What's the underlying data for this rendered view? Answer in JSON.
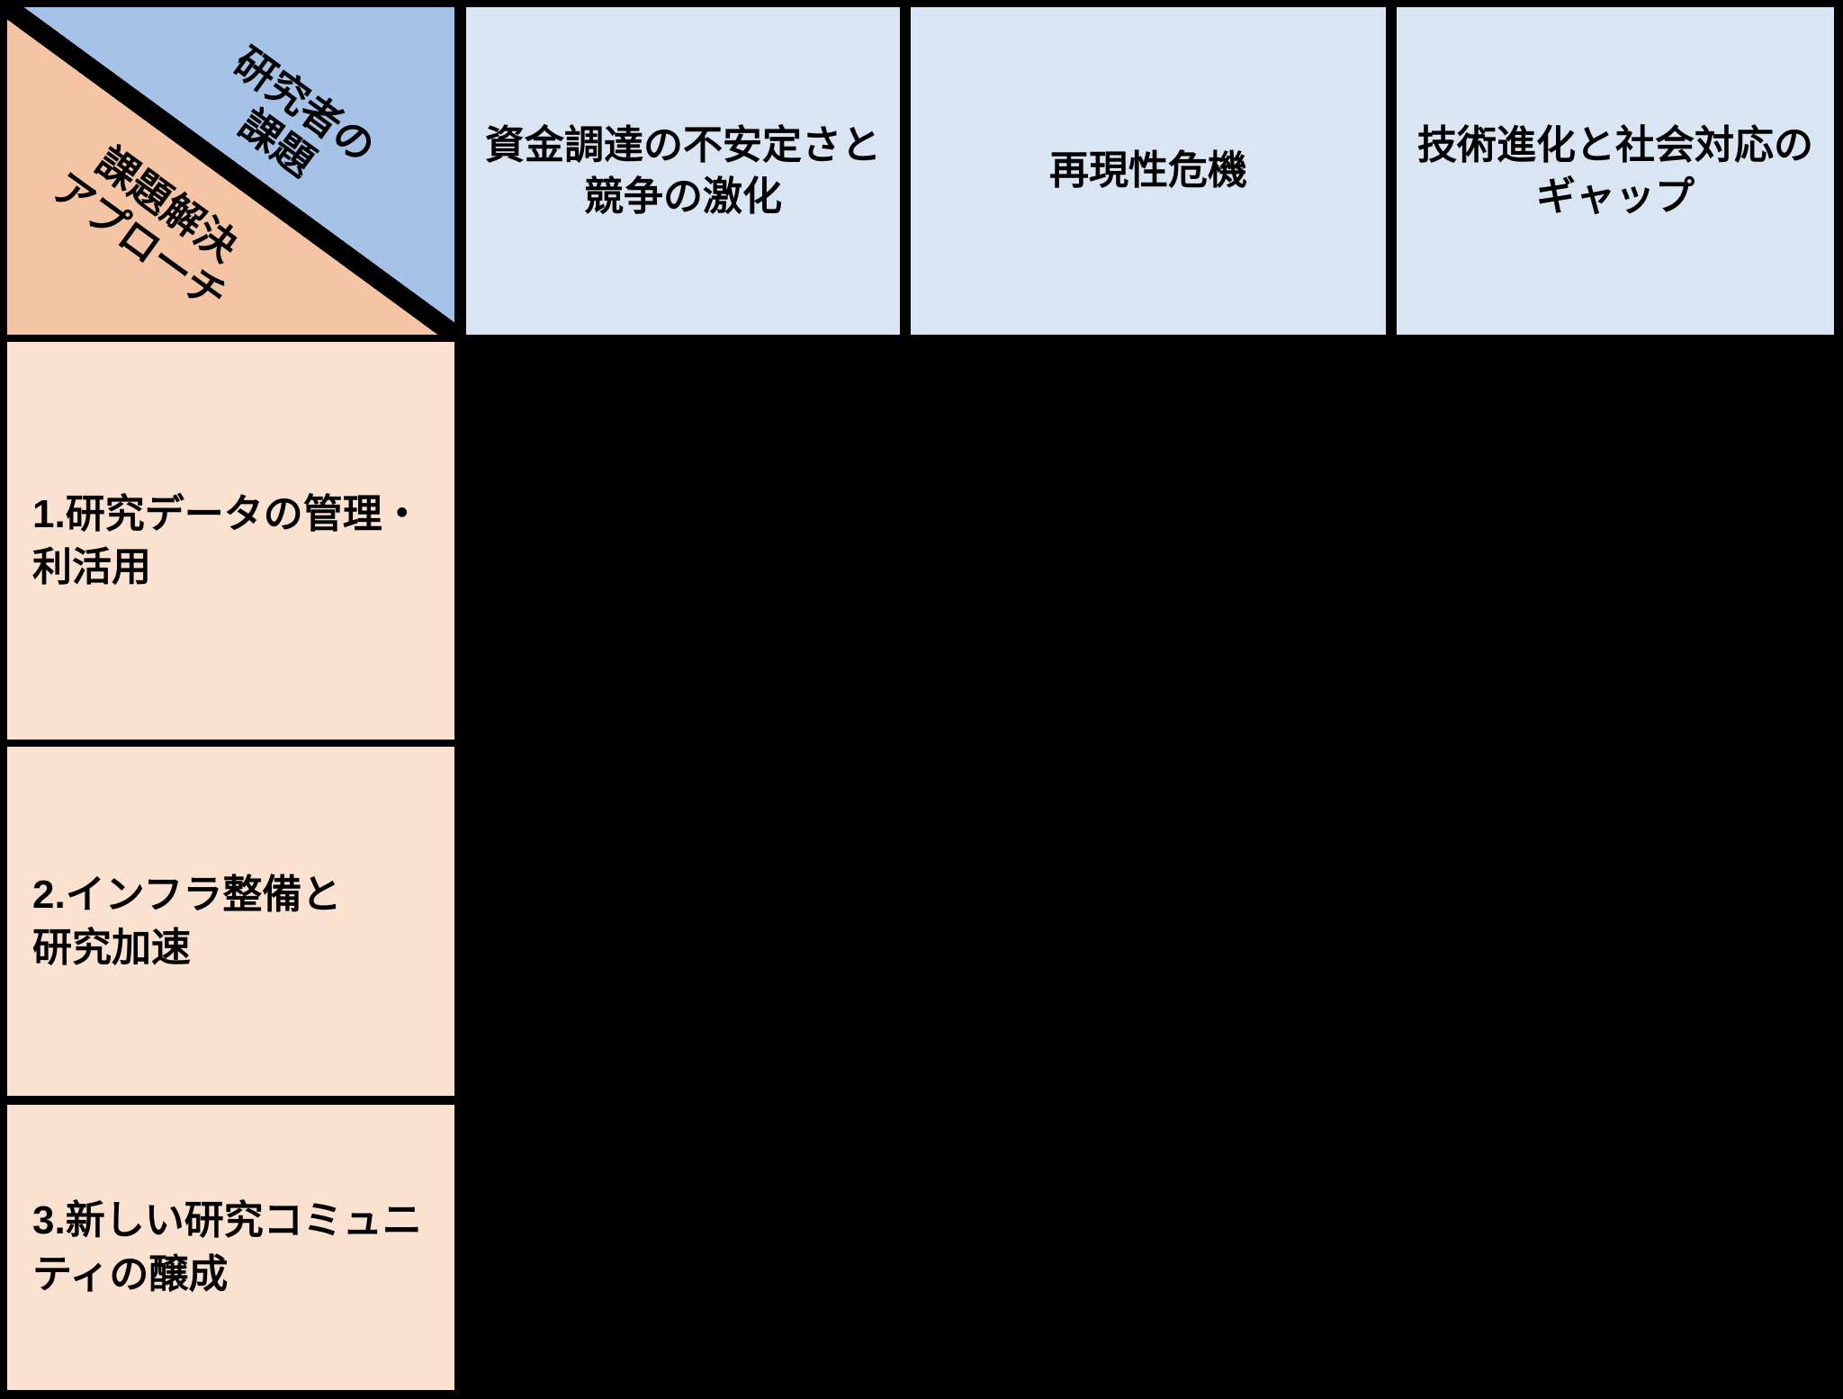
{
  "table": {
    "corner": {
      "top_label": "研究者の課題",
      "bottom_label": "課題解決\nアプローチ"
    },
    "columns": [
      {
        "label": "資金調達の不安定さと\n競争の激化"
      },
      {
        "label": "再現性危機"
      },
      {
        "label": "技術進化と社会対応の\nギャップ"
      }
    ],
    "rows": [
      {
        "label": "1.研究データの管理・\n利活用"
      },
      {
        "label": "2.インフラ整備と\n研究加速"
      },
      {
        "label": "3.新しい研究コミュニ\nティの醸成"
      }
    ],
    "colors": {
      "corner_top_bg": "#a6c3e7",
      "corner_bottom_bg": "#f4c4a4",
      "column_header_bg": "#d9e5f2",
      "row_header_bg": "#fbe2d0",
      "grid_and_body": "#000000"
    }
  }
}
